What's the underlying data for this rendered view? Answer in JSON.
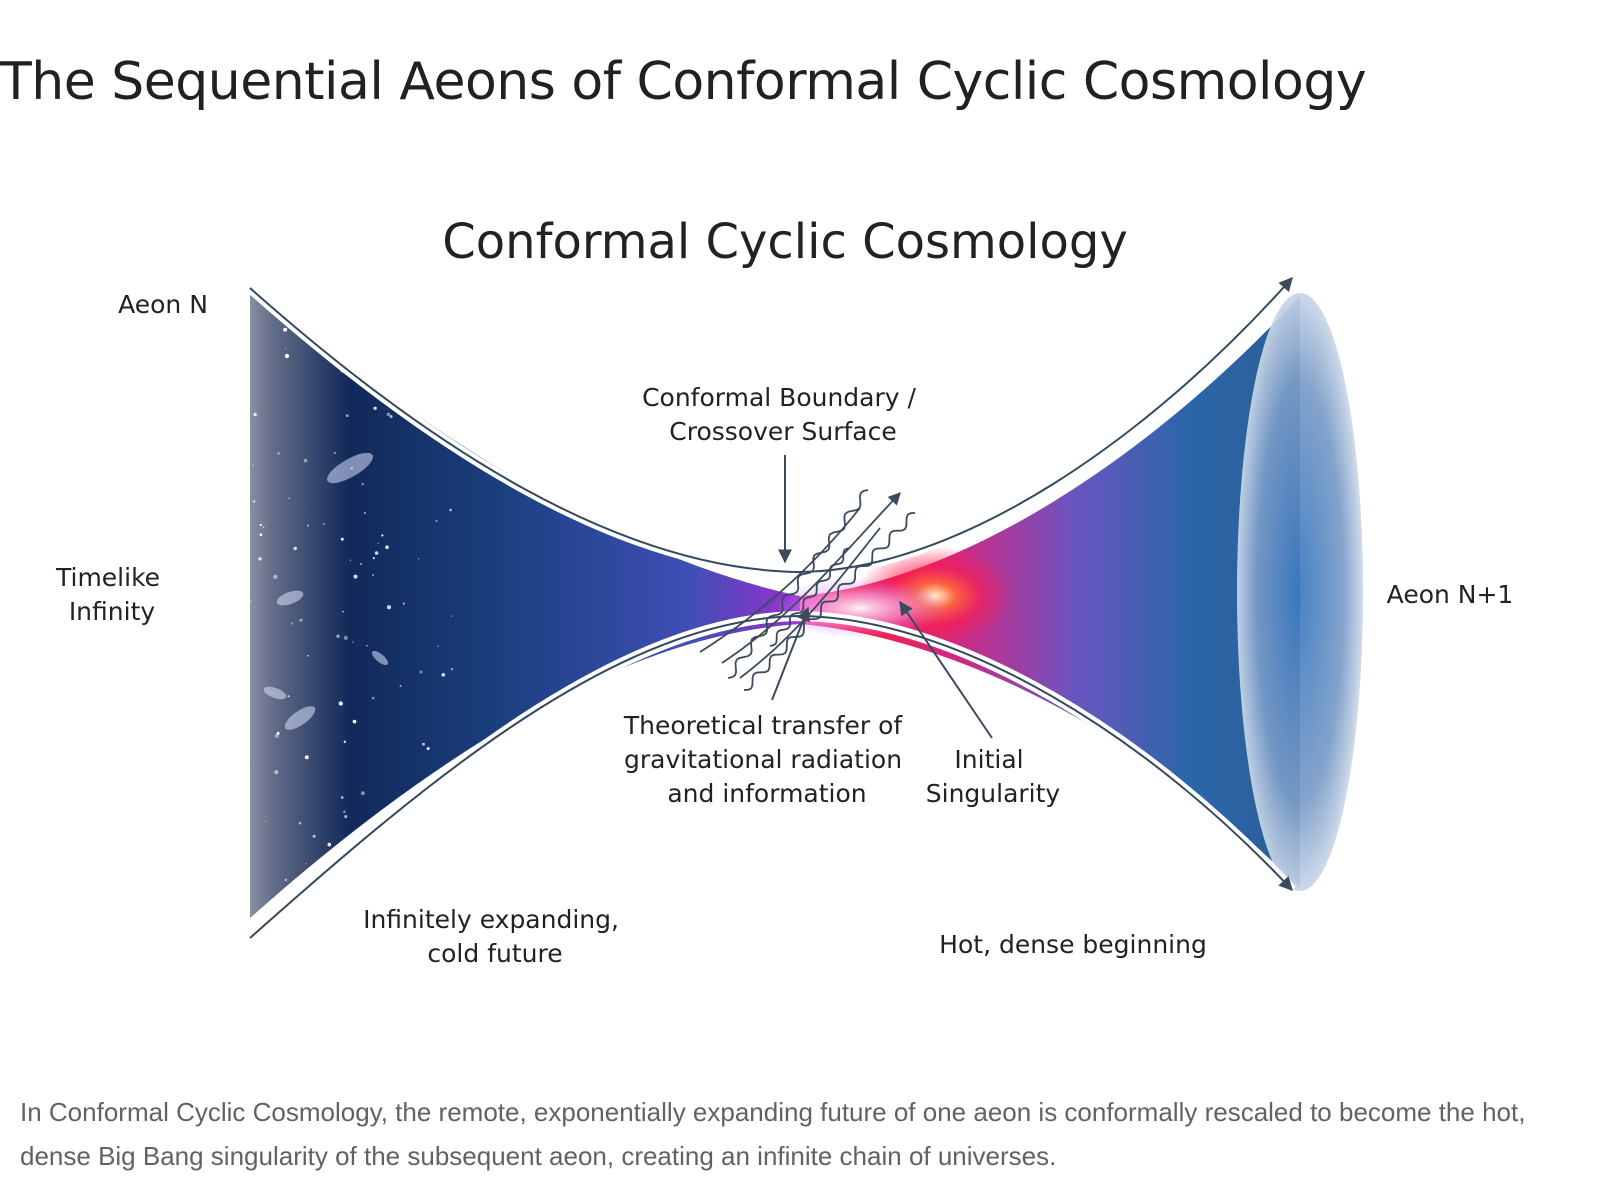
{
  "page": {
    "title": "The Sequential Aeons of Conformal Cyclic Cosmology",
    "caption": "In Conformal Cyclic Cosmology, the remote, exponentially expanding future of one aeon is conformally rescaled to become the hot, dense Big Bang singularity of the subsequent aeon, creating an infinite chain of universes."
  },
  "diagram": {
    "title": "Conformal Cyclic Cosmology",
    "labels": {
      "aeon_n": "Aeon N",
      "timelike_infinity": [
        "Timelike",
        "Infinity"
      ],
      "aeon_n_plus_1": "Aeon N+1",
      "conformal_boundary": [
        "Conformal Boundary /",
        "Crossover Surface"
      ],
      "transfer": [
        "Theoretical transfer of",
        "gravitational radiation",
        "and information"
      ],
      "initial_singularity": [
        "Initial",
        "Singularity"
      ],
      "cold_future": [
        "Infinitely expanding,",
        "cold future"
      ],
      "hot_beginning": "Hot, dense beginning"
    },
    "colors": {
      "deep_space": "#0d1f4f",
      "cone_blue": "#2a66a8",
      "boundary_magenta": "#9a2fd0",
      "hot_red": "#ff1a3c",
      "hot_core": "#ffd9e8",
      "outline": "#34495e"
    }
  }
}
